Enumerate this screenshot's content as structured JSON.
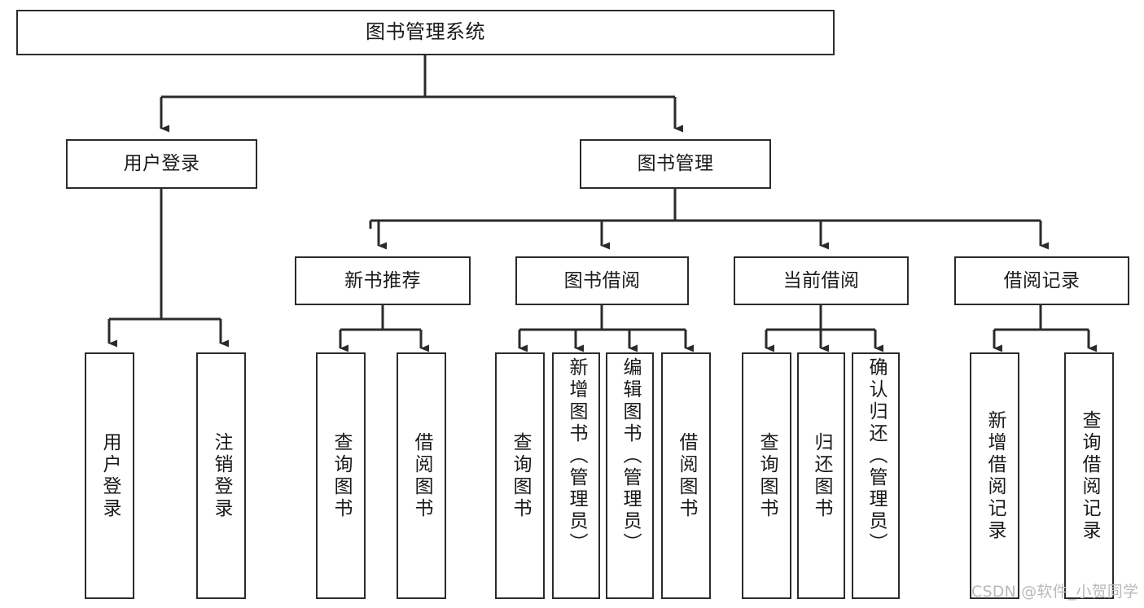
{
  "diagram": {
    "title": "图书管理系统",
    "type": "tree-hierarchy-chart",
    "colors": {
      "background": "#ffffff",
      "node_border": "#2b2b2b",
      "node_fill": "#ffffff",
      "edge": "#2b2b2b",
      "text": "#1a1a1a",
      "watermark": "#b9b9b9"
    },
    "nodes": {
      "root": {
        "label": "图书管理系统"
      },
      "level2": [
        {
          "id": "user-login",
          "label": "用户登录"
        },
        {
          "id": "book-manage",
          "label": "图书管理"
        }
      ],
      "level3": [
        {
          "id": "new-book-recommend",
          "label": "新书推荐"
        },
        {
          "id": "book-borrow",
          "label": "图书借阅"
        },
        {
          "id": "current-borrow",
          "label": "当前借阅"
        },
        {
          "id": "borrow-record",
          "label": "借阅记录"
        }
      ],
      "leaves": {
        "user-login": [
          {
            "id": "leaf-user-login",
            "label": "用户登录"
          },
          {
            "id": "leaf-logout",
            "label": "注销登录"
          }
        ],
        "new-book-recommend": [
          {
            "id": "leaf-query-book-1",
            "label": "查询图书"
          },
          {
            "id": "leaf-borrow-book-1",
            "label": "借阅图书"
          }
        ],
        "book-borrow": [
          {
            "id": "leaf-query-book-2",
            "label": "查询图书"
          },
          {
            "id": "leaf-add-book",
            "label": "新增图书（管理员）"
          },
          {
            "id": "leaf-edit-book",
            "label": "编辑图书（管理员）"
          },
          {
            "id": "leaf-borrow-book-2",
            "label": "借阅图书"
          }
        ],
        "current-borrow": [
          {
            "id": "leaf-query-book-3",
            "label": "查询图书"
          },
          {
            "id": "leaf-return-book",
            "label": "归还图书"
          },
          {
            "id": "leaf-confirm-return",
            "label": "确认归还（管理员）"
          }
        ],
        "borrow-record": [
          {
            "id": "leaf-add-record",
            "label": "新增借阅记录"
          },
          {
            "id": "leaf-query-record",
            "label": "查询借阅记录"
          }
        ]
      }
    },
    "watermark": "CSDN @软件_小贺同学"
  }
}
